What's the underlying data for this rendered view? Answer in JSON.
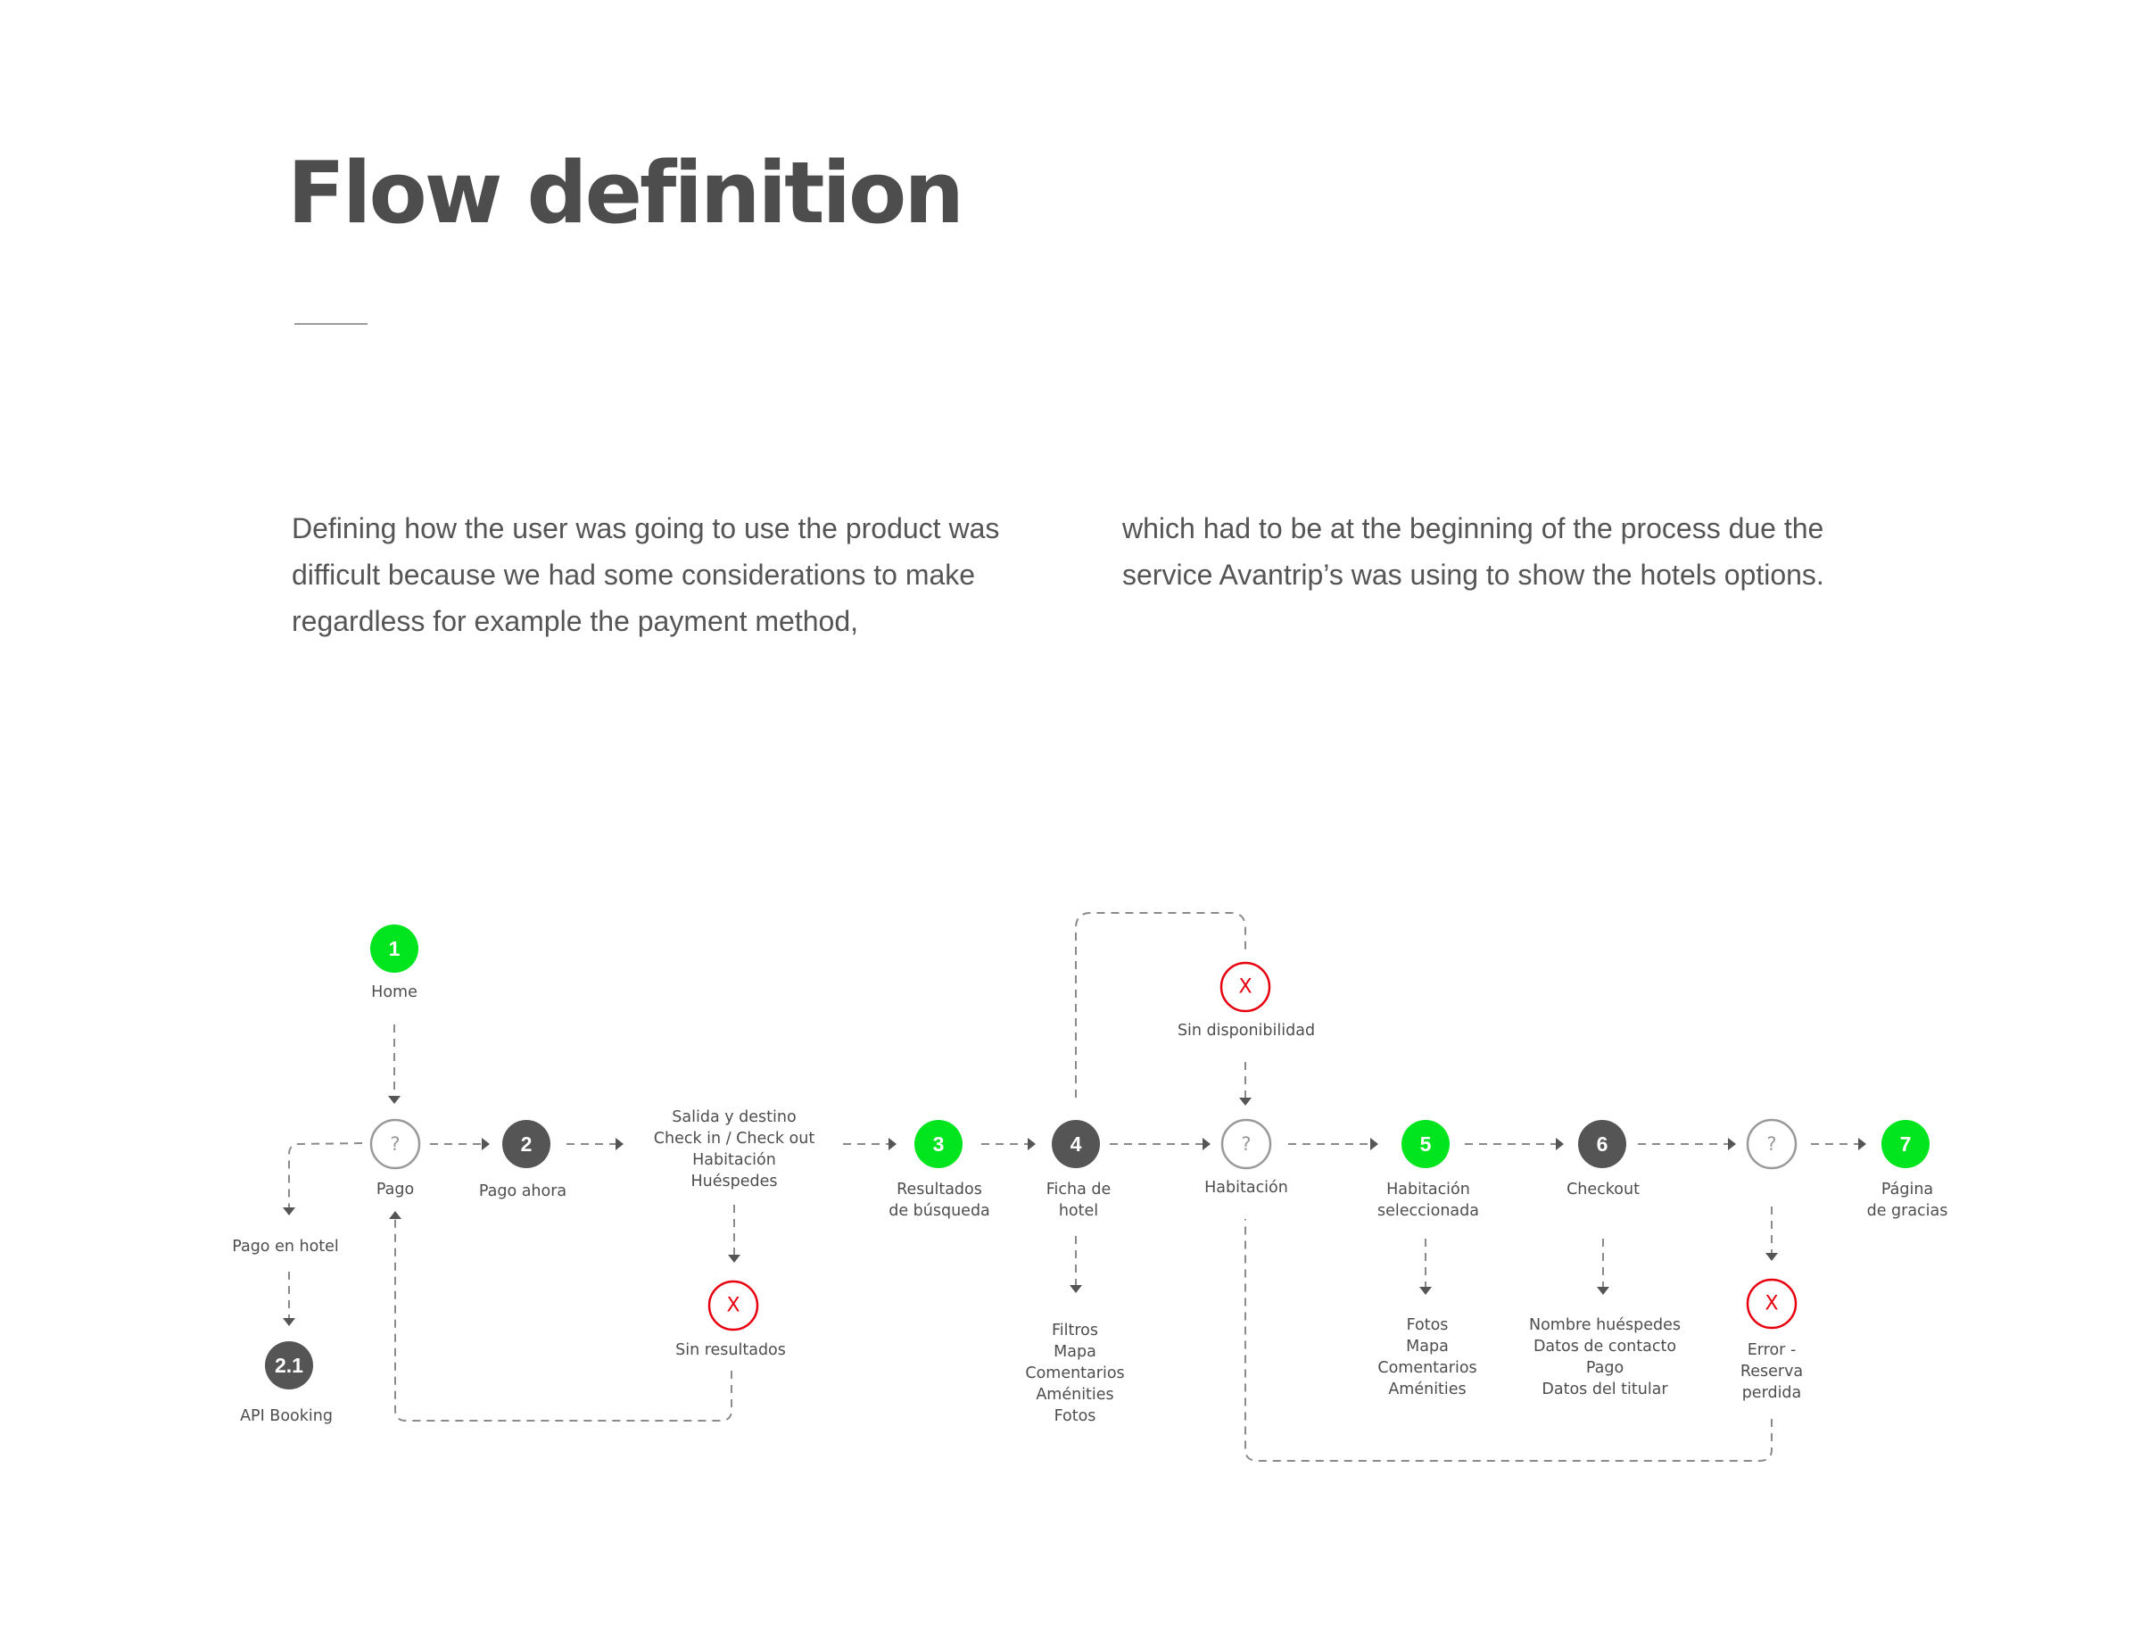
{
  "page": {
    "title": "Flow definition",
    "intro_left": "Defining how the user was going to use the product was difficult because we had some considerations to make regardless for example the payment method,",
    "intro_right": "which had to be at the beginning of the process due the service Avantrip’s was using to show the hotels options."
  },
  "colors": {
    "step": "#00e51e",
    "sub_step": "#555555",
    "decision": "#9a9a9a",
    "error": "#e8000e",
    "connector": "#8a8a8a"
  },
  "flow": {
    "step_1": {
      "number": "1",
      "label": "Home"
    },
    "decision_pago": {
      "symbol": "?",
      "label": "Pago"
    },
    "step_2": {
      "number": "2",
      "label": "Pago ahora"
    },
    "pago_en_hotel": {
      "label": "Pago en hotel"
    },
    "step_2_1": {
      "number": "2.1",
      "label": "API Booking"
    },
    "search_fields": [
      "Salida y destino",
      "Check in / Check out",
      "Habitación",
      "Huéspedes"
    ],
    "error_sin_resultados": {
      "symbol": "X",
      "label": "Sin resultados"
    },
    "step_3": {
      "number": "3",
      "label_lines": [
        "Resultados",
        "de búsqueda"
      ]
    },
    "step_4": {
      "number": "4",
      "label_lines": [
        "Ficha de",
        "hotel"
      ]
    },
    "hotel_details": [
      "Filtros",
      "Mapa",
      "Comentarios",
      "Aménities",
      "Fotos"
    ],
    "error_sin_disponibilidad": {
      "symbol": "X",
      "label": "Sin disponibilidad"
    },
    "decision_habitacion": {
      "symbol": "?",
      "label": "Habitación"
    },
    "step_5": {
      "number": "5",
      "label_lines": [
        "Habitación",
        "seleccionada"
      ]
    },
    "room_details": [
      "Fotos",
      "Mapa",
      "Comentarios",
      "Aménities"
    ],
    "step_6": {
      "number": "6",
      "label": "Checkout"
    },
    "checkout_fields": [
      "Nombre huéspedes",
      "Datos de contacto",
      "Pago",
      "Datos del titular"
    ],
    "decision_final": {
      "symbol": "?"
    },
    "error_reserva": {
      "symbol": "X",
      "label_lines": [
        "Error -",
        "Reserva",
        "perdida"
      ]
    },
    "step_7": {
      "number": "7",
      "label_lines": [
        "Página",
        "de gracias"
      ]
    }
  }
}
